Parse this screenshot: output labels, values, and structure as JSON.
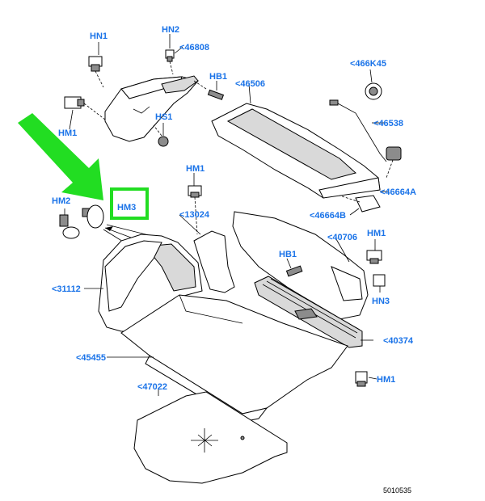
{
  "labels": {
    "hn1_top": "HN1",
    "hn2": "HN2",
    "p46808": "<46808",
    "hb1_top": "HB1",
    "p46506": "<46506",
    "p466k45": "<466K45",
    "hm1_left": "HM1",
    "hs1": "HS1",
    "p46538": "<46538",
    "hm1_mid": "HM1",
    "p46664a": "<46664A",
    "hm2": "HM2",
    "hm3": "HM3",
    "p13024": "<13024",
    "p46664b": "<46664B",
    "p40706": "<40706",
    "hm1_right": "HM1",
    "hb1_mid": "HB1",
    "p31112": "<31112",
    "hn3": "HN3",
    "p40374": "<40374",
    "p45455": "<45455",
    "hm1_bottom": "HM1",
    "p47022": "<47022"
  },
  "diagram_code": "5010535",
  "colors": {
    "label": "#1a73e8",
    "highlight": "#22dd22",
    "line": "#000000"
  }
}
